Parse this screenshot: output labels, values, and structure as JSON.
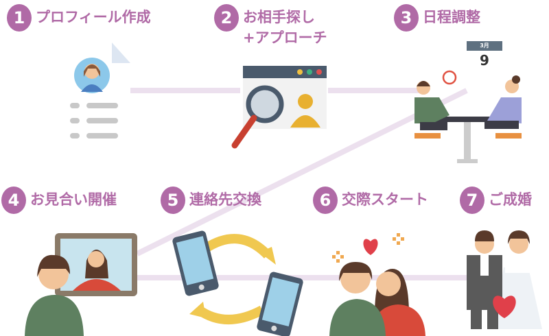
{
  "steps": [
    {
      "number": "1",
      "label": "プロフィール作成"
    },
    {
      "number": "2",
      "label": "お相手探し",
      "label2": "+アプローチ"
    },
    {
      "number": "3",
      "label": "日程調整"
    },
    {
      "number": "4",
      "label": "お見合い開催"
    },
    {
      "number": "5",
      "label": "連絡先交換"
    },
    {
      "number": "6",
      "label": "交際スタート"
    },
    {
      "number": "7",
      "label": "ご成婚"
    }
  ],
  "calendar": {
    "month": "3月",
    "day": "9"
  },
  "colors": {
    "accent": "#b06aa6",
    "connector": "#ece0ee",
    "heart": "#e0404a"
  }
}
